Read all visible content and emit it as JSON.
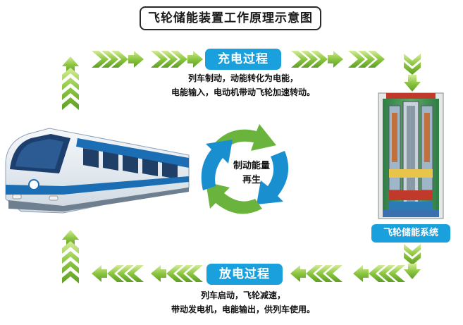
{
  "title": "飞轮储能装置工作原理示意图",
  "charge": {
    "label": "充电过程",
    "line1": "列车制动，动能转化为电能，",
    "line2": "电能输入，电动机带动飞轮加速转动。"
  },
  "discharge": {
    "label": "放电过程",
    "line1": "列车启动，飞轮减速，",
    "line2": "带动发电机，电能输出，供列车使用。"
  },
  "center": {
    "line1": "制动能量",
    "line2": "再生"
  },
  "system_label": "飞轮储能系统",
  "colors": {
    "pill_blue": "#1aa0dc",
    "arrow_green": "#8cc63f",
    "cycle_green": "#6ab43e",
    "cycle_blue": "#1a8fd0",
    "train_blue": "#1c6eb4"
  },
  "icons": [
    "train-illustration",
    "flywheel-system-illustration",
    "cycle-arrows-icon",
    "chevron-arrow-icon"
  ]
}
